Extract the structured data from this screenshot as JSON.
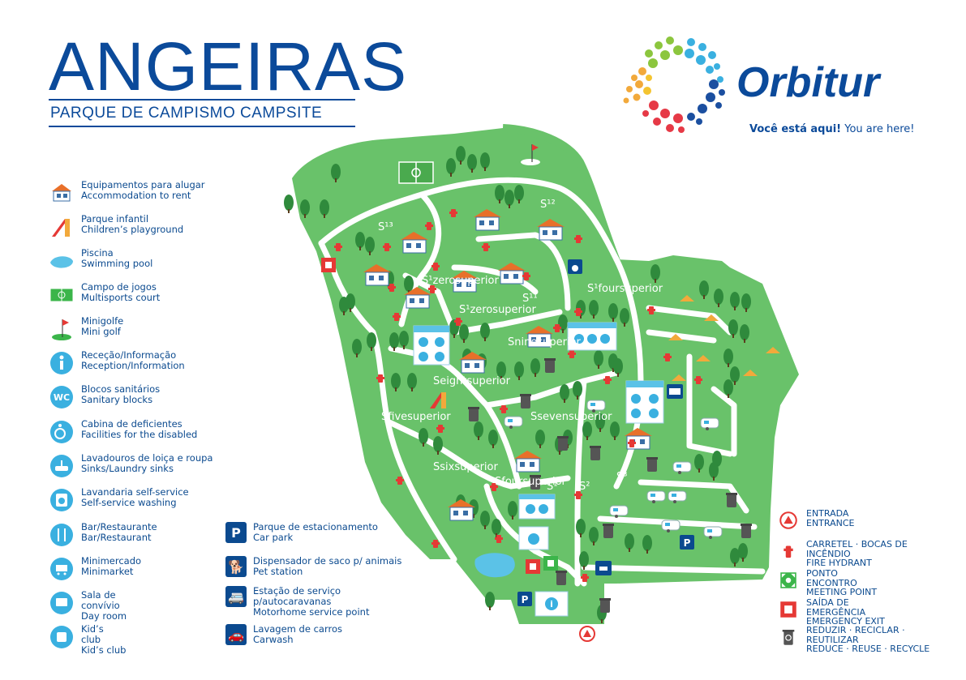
{
  "header": {
    "title": "ANGEIRAS",
    "subtitle": "PARQUE DE CAMPISMO CAMPSITE"
  },
  "brand": {
    "name": "Orbitur",
    "here_pt": "Você está aqui!",
    "here_en": " You are here!"
  },
  "colors": {
    "map_green": "#69c26a",
    "path_white": "#ffffff",
    "brand_blue": "#0b4a9a",
    "tree_green": "#2f8a3c",
    "hydrant_red": "#e53935"
  },
  "legend": [
    {
      "icon": "house-icon",
      "text": "Equipamentos para alugar\nAccommodation to rent"
    },
    {
      "icon": "playground-icon",
      "text": "Parque infantil\nChildren’s playground"
    },
    {
      "icon": "pool-icon",
      "text": "Piscina\nSwimming pool"
    },
    {
      "icon": "sports-court-icon",
      "text": "Campo de jogos\nMultisports court"
    },
    {
      "icon": "minigolf-icon",
      "text": "Minigolfe\nMini golf"
    },
    {
      "icon": "info-icon",
      "text": "Receção/Informação\nReception/Information"
    },
    {
      "icon": "wc-icon",
      "text": "Blocos sanitários\nSanitary blocks"
    },
    {
      "icon": "wheelchair-icon",
      "text": "Cabina de deficientes\nFacilities for the disabled"
    },
    {
      "icon": "sink-icon",
      "text": "Lavadouros de loiça e roupa\nSinks/Laundry sinks"
    },
    {
      "icon": "laundry-icon",
      "text": "Lavandaria self-service\nSelf-service washing"
    },
    {
      "icon": "restaurant-icon",
      "text": "Bar/Restaurante\nBar/Restaurant"
    },
    {
      "icon": "cart-icon",
      "text": "Minimercado\nMinimarket"
    },
    {
      "icon": "tv-icon",
      "text": "Sala de\nconvívio\nDay room"
    },
    {
      "icon": "kids-icon",
      "text": "Kid’s\nclub\nKid’s club"
    }
  ],
  "legend2": [
    {
      "icon": "parking-icon",
      "glyph": "P",
      "text": "Parque de estacionamento\nCar park"
    },
    {
      "icon": "dog-icon",
      "glyph": "🐕",
      "text": "Dispensador de saco p/ animais\nPet station"
    },
    {
      "icon": "motorhome-icon",
      "glyph": "🚐",
      "text": "Estação de serviço\np/autocaravanas\nMotorhome service point"
    },
    {
      "icon": "carwash-icon",
      "glyph": "🚗",
      "text": "Lavagem de carros\nCarwash"
    }
  ],
  "legend3": [
    {
      "icon": "entrance-icon",
      "text": "ENTRADA\nENTRANCE"
    },
    {
      "icon": "hydrant-icon",
      "text": "CARRETEL · BOCAS DE\nINCÊNDIO\nFIRE HYDRANT"
    },
    {
      "icon": "meeting-point-icon",
      "text": "PONTO\nENCONTRO\nMEETING POINT"
    },
    {
      "icon": "emergency-exit-icon",
      "text": "SAÍDA DE\nEMERGÊNCIA\nEMERGENCY EXIT"
    },
    {
      "icon": "recycle-icon",
      "text": "REDUZIR · RECICLAR ·\nREUTILIZAR\nREDUCE · REUSE · RECYCLE"
    }
  ],
  "sectors": {
    "s13": "S¹³",
    "s12": "S¹²",
    "s1zero_a": "S¹zerosuperior",
    "s1zero_b": "S¹zerosuperior",
    "s11": "S¹¹",
    "s1four": "S¹foursuperior",
    "snine": "Sninesuperior",
    "seight": "Seightsuperior",
    "sfive": "Sfivesuperior",
    "sseven": "Ssevensuperior",
    "ssix": "Ssixsuperior",
    "sfour": "Sfoursuperior",
    "s1": "S¹",
    "s2": "S²",
    "s3": "S³"
  }
}
